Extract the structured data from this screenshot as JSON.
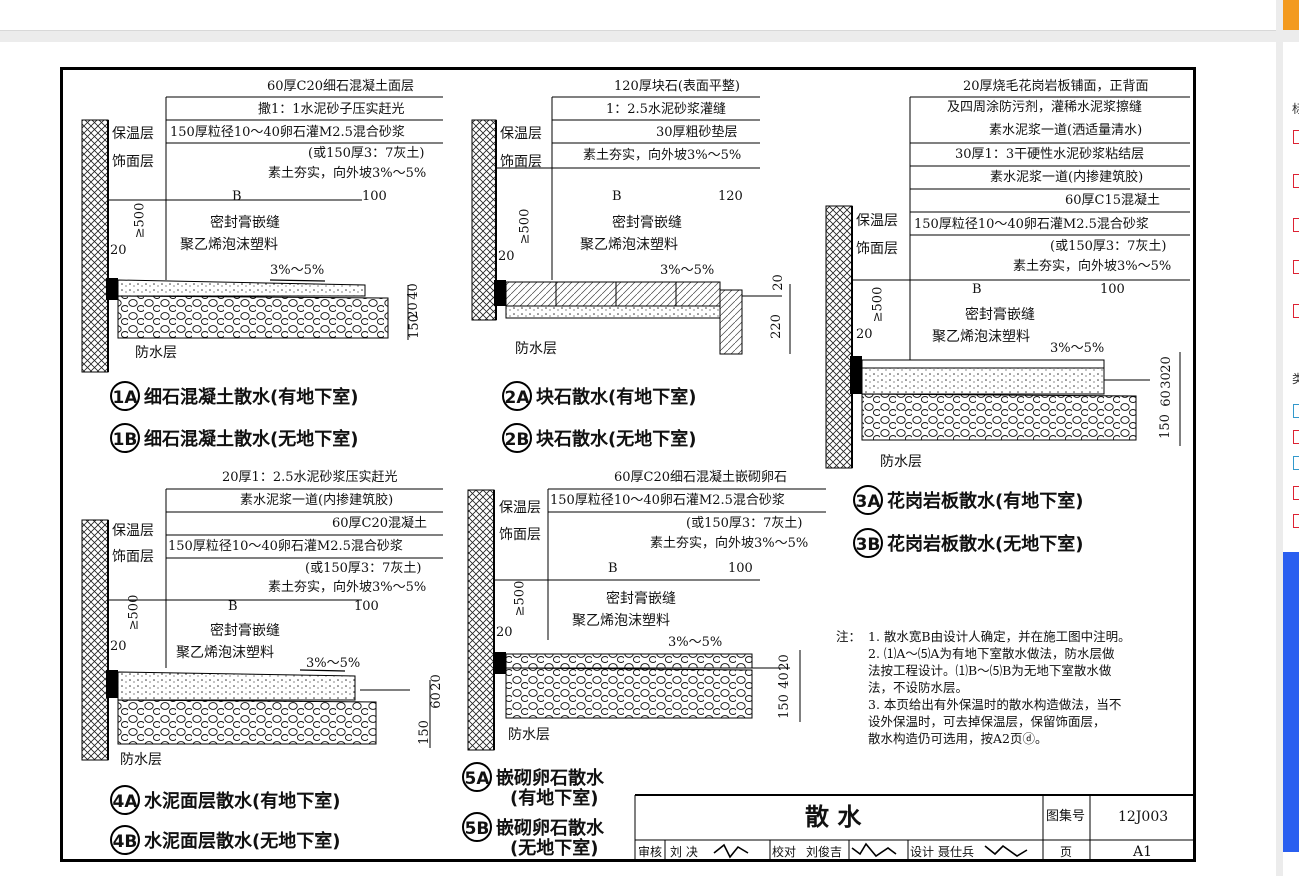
{
  "details": {
    "d1": {
      "spec": [
        "60厚C20细石混凝土面层",
        "撒1：1水泥砂子压实赶光",
        "150厚粒径10～40卵石灌M2.5混合砂浆",
        "(或150厚3：7灰土)",
        "素土夯实，向外坡3%～5%"
      ],
      "layers": [
        "保温层",
        "饰面层"
      ],
      "dims": {
        "b": "B",
        "w": "100",
        "h500": "≥500",
        "h20": "20",
        "slope": "3%～5%",
        "v1": "40",
        "v2": "20",
        "v3": "150"
      },
      "seal": "密封膏嵌缝",
      "foam": "聚乙烯泡沫塑料",
      "waterproof": "防水层",
      "titleA": {
        "mark": "1A",
        "text": "细石混凝土散水(有地下室)"
      },
      "titleB": {
        "mark": "1B",
        "text": "细石混凝土散水(无地下室)"
      }
    },
    "d2": {
      "spec": [
        "120厚块石(表面平整)",
        "1：2.5水泥砂浆灌缝",
        "30厚粗砂垫层",
        "素土夯实，向外坡3%～5%"
      ],
      "layers": [
        "保温层",
        "饰面层"
      ],
      "dims": {
        "b": "B",
        "w": "120",
        "h500": "≥500",
        "h20": "20",
        "slope": "3%～5%",
        "v1": "20",
        "v2": "220"
      },
      "seal": "密封膏嵌缝",
      "foam": "聚乙烯泡沫塑料",
      "waterproof": "防水层",
      "titleA": {
        "mark": "2A",
        "text": "块石散水(有地下室)"
      },
      "titleB": {
        "mark": "2B",
        "text": "块石散水(无地下室)"
      }
    },
    "d3": {
      "spec": [
        "20厚烧毛花岗岩板铺面，正背面",
        "及四周涂防污剂，灌稀水泥浆擦缝",
        "素水泥浆一道(洒适量清水)",
        "30厚1：3干硬性水泥砂浆粘结层",
        "素水泥浆一道(内掺建筑胶)",
        "60厚C15混凝土",
        "150厚粒径10～40卵石灌M2.5混合砂浆",
        "(或150厚3：7灰土)",
        "素土夯实，向外坡3%～5%"
      ],
      "layers": [
        "保温层",
        "饰面层"
      ],
      "dims": {
        "b": "B",
        "w": "100",
        "h500": "≥500",
        "h20": "20",
        "slope": "3%～5%",
        "v1": "20",
        "v2": "30",
        "v3": "60",
        "v4": "150"
      },
      "seal": "密封膏嵌缝",
      "foam": "聚乙烯泡沫塑料",
      "waterproof": "防水层",
      "titleA": {
        "mark": "3A",
        "text": "花岗岩板散水(有地下室)"
      },
      "titleB": {
        "mark": "3B",
        "text": "花岗岩板散水(无地下室)"
      }
    },
    "d4": {
      "spec": [
        "20厚1：2.5水泥砂浆压实赶光",
        "素水泥浆一道(内掺建筑胶)",
        "60厚C20混凝土",
        "150厚粒径10～40卵石灌M2.5混合砂浆",
        "(或150厚3：7灰土)",
        "素土夯实，向外坡3%～5%"
      ],
      "layers": [
        "保温层",
        "饰面层"
      ],
      "dims": {
        "b": "B",
        "w": "100",
        "h500": "≥500",
        "h20": "20",
        "slope": "3%～5%",
        "v1": "20",
        "v2": "60",
        "v3": "150"
      },
      "seal": "密封膏嵌缝",
      "foam": "聚乙烯泡沫塑料",
      "waterproof": "防水层",
      "titleA": {
        "mark": "4A",
        "text": "水泥面层散水(有地下室)"
      },
      "titleB": {
        "mark": "4B",
        "text": "水泥面层散水(无地下室)"
      }
    },
    "d5": {
      "spec": [
        "60厚C20细石混凝土嵌砌卵石",
        "150厚粒径10～40卵石灌M2.5混合砂浆",
        "(或150厚3：7灰土)",
        "素土夯实，向外坡3%～5%"
      ],
      "layers": [
        "保温层",
        "饰面层"
      ],
      "dims": {
        "b": "B",
        "w": "100",
        "h500": "≥500",
        "h20": "20",
        "slope": "3%～5%",
        "v1": "20",
        "v2": "40",
        "v3": "150"
      },
      "seal": "密封膏嵌缝",
      "foam": "聚乙烯泡沫塑料",
      "waterproof": "防水层",
      "titleA": {
        "mark": "5A",
        "text": "嵌砌卵石散水",
        "sub": "(有地下室)"
      },
      "titleB": {
        "mark": "5B",
        "text": "嵌砌卵石散水",
        "sub": "(无地下室)"
      }
    }
  },
  "notes": {
    "head": "注：",
    "lines": [
      "1. 散水宽B由设计人确定，并在施工图中注明。",
      "2. ⑴A～⑸A为有地下室散水做法，防水层做",
      "   法按工程设计。⑴B～⑸B为无地下室散水做",
      "   法，不设防水层。",
      "3. 本页给出有外保温时的散水构造做法，当不",
      "   设外保温时，可去掉保温层，保留饰面层，",
      "   散水构造仍可选用，按A2页ⓓ。"
    ]
  },
  "titleblock": {
    "name": "散  水",
    "atlas_label": "图集号",
    "atlas_no": "12J003",
    "page_label": "页",
    "page_no": "A1",
    "review_label": "审核",
    "reviewer": "刘 决",
    "check_label": "校对",
    "checker": "刘俊吉",
    "design_label": "设计",
    "designer": "聂仕兵"
  },
  "right_panel": {
    "labels": [
      "标",
      "类"
    ]
  }
}
